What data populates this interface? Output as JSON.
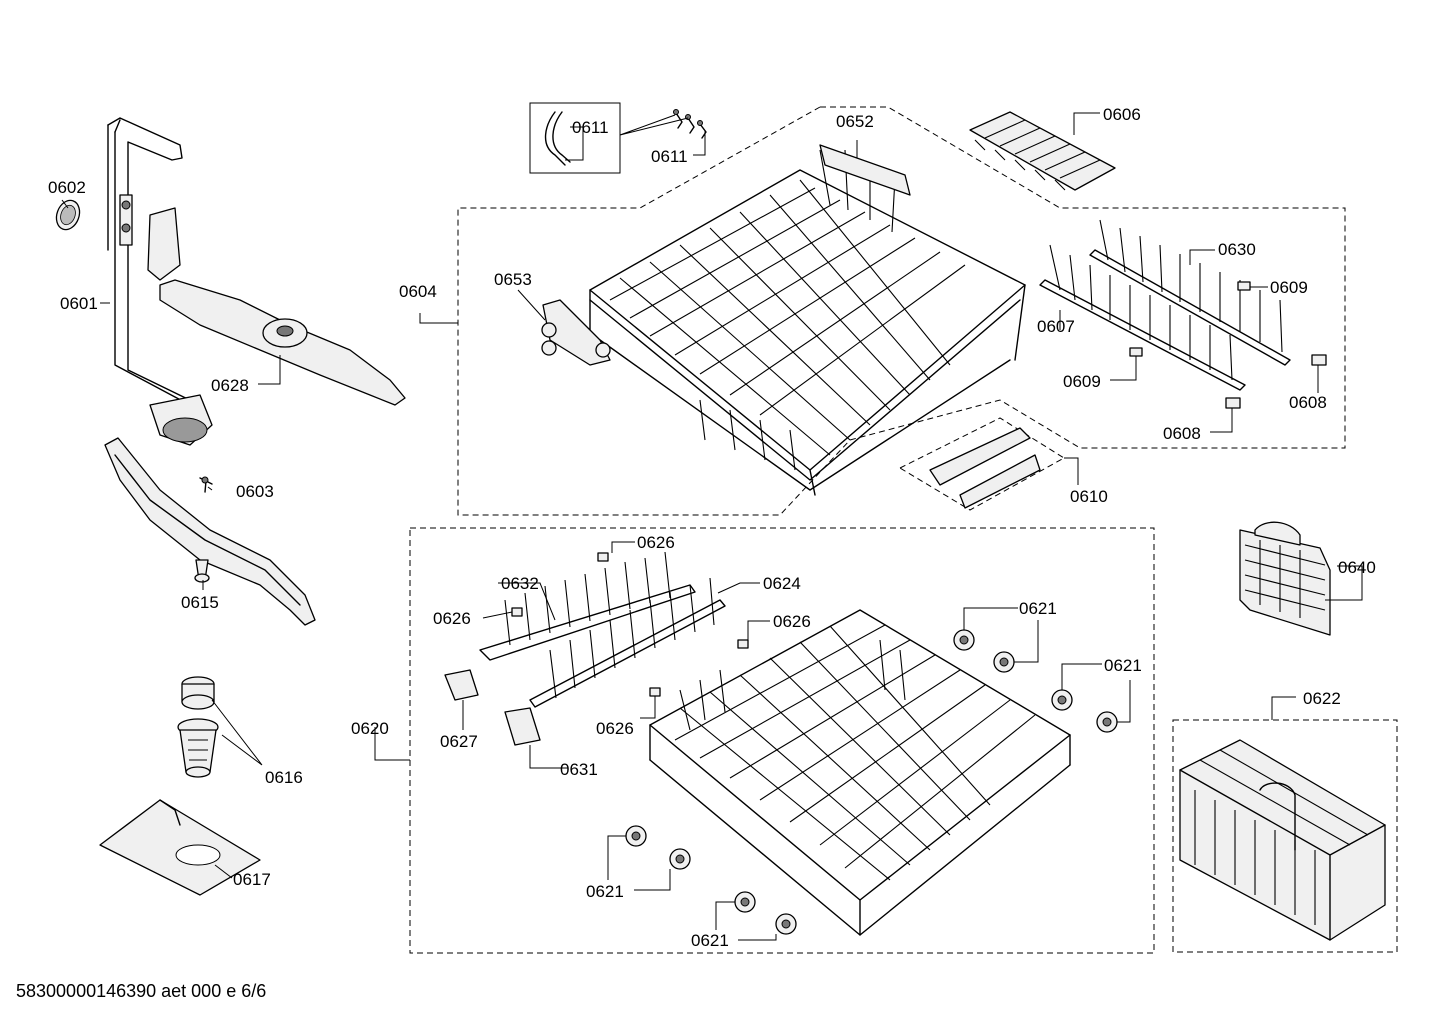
{
  "labels": {
    "p0601": "0601",
    "p0602": "0602",
    "p0603": "0603",
    "p0604": "0604",
    "p0606": "0606",
    "p0607": "0607",
    "p0608a": "0608",
    "p0608b": "0608",
    "p0609a": "0609",
    "p0609b": "0609",
    "p0610": "0610",
    "p0611a": "0611",
    "p0611b": "0611",
    "p0615": "0615",
    "p0616": "0616",
    "p0617": "0617",
    "p0620": "0620",
    "p0621a": "0621",
    "p0621b": "0621",
    "p0621c": "0621",
    "p0621d": "0621",
    "p0622": "0622",
    "p0624": "0624",
    "p0626a": "0626",
    "p0626b": "0626",
    "p0626c": "0626",
    "p0626d": "0626",
    "p0627": "0627",
    "p0628": "0628",
    "p0630": "0630",
    "p0631": "0631",
    "p0632": "0632",
    "p0640": "0640",
    "p0652": "0652",
    "p0653": "0653"
  },
  "footer": {
    "code": "58300000146390 aet 000 e 6/6"
  }
}
